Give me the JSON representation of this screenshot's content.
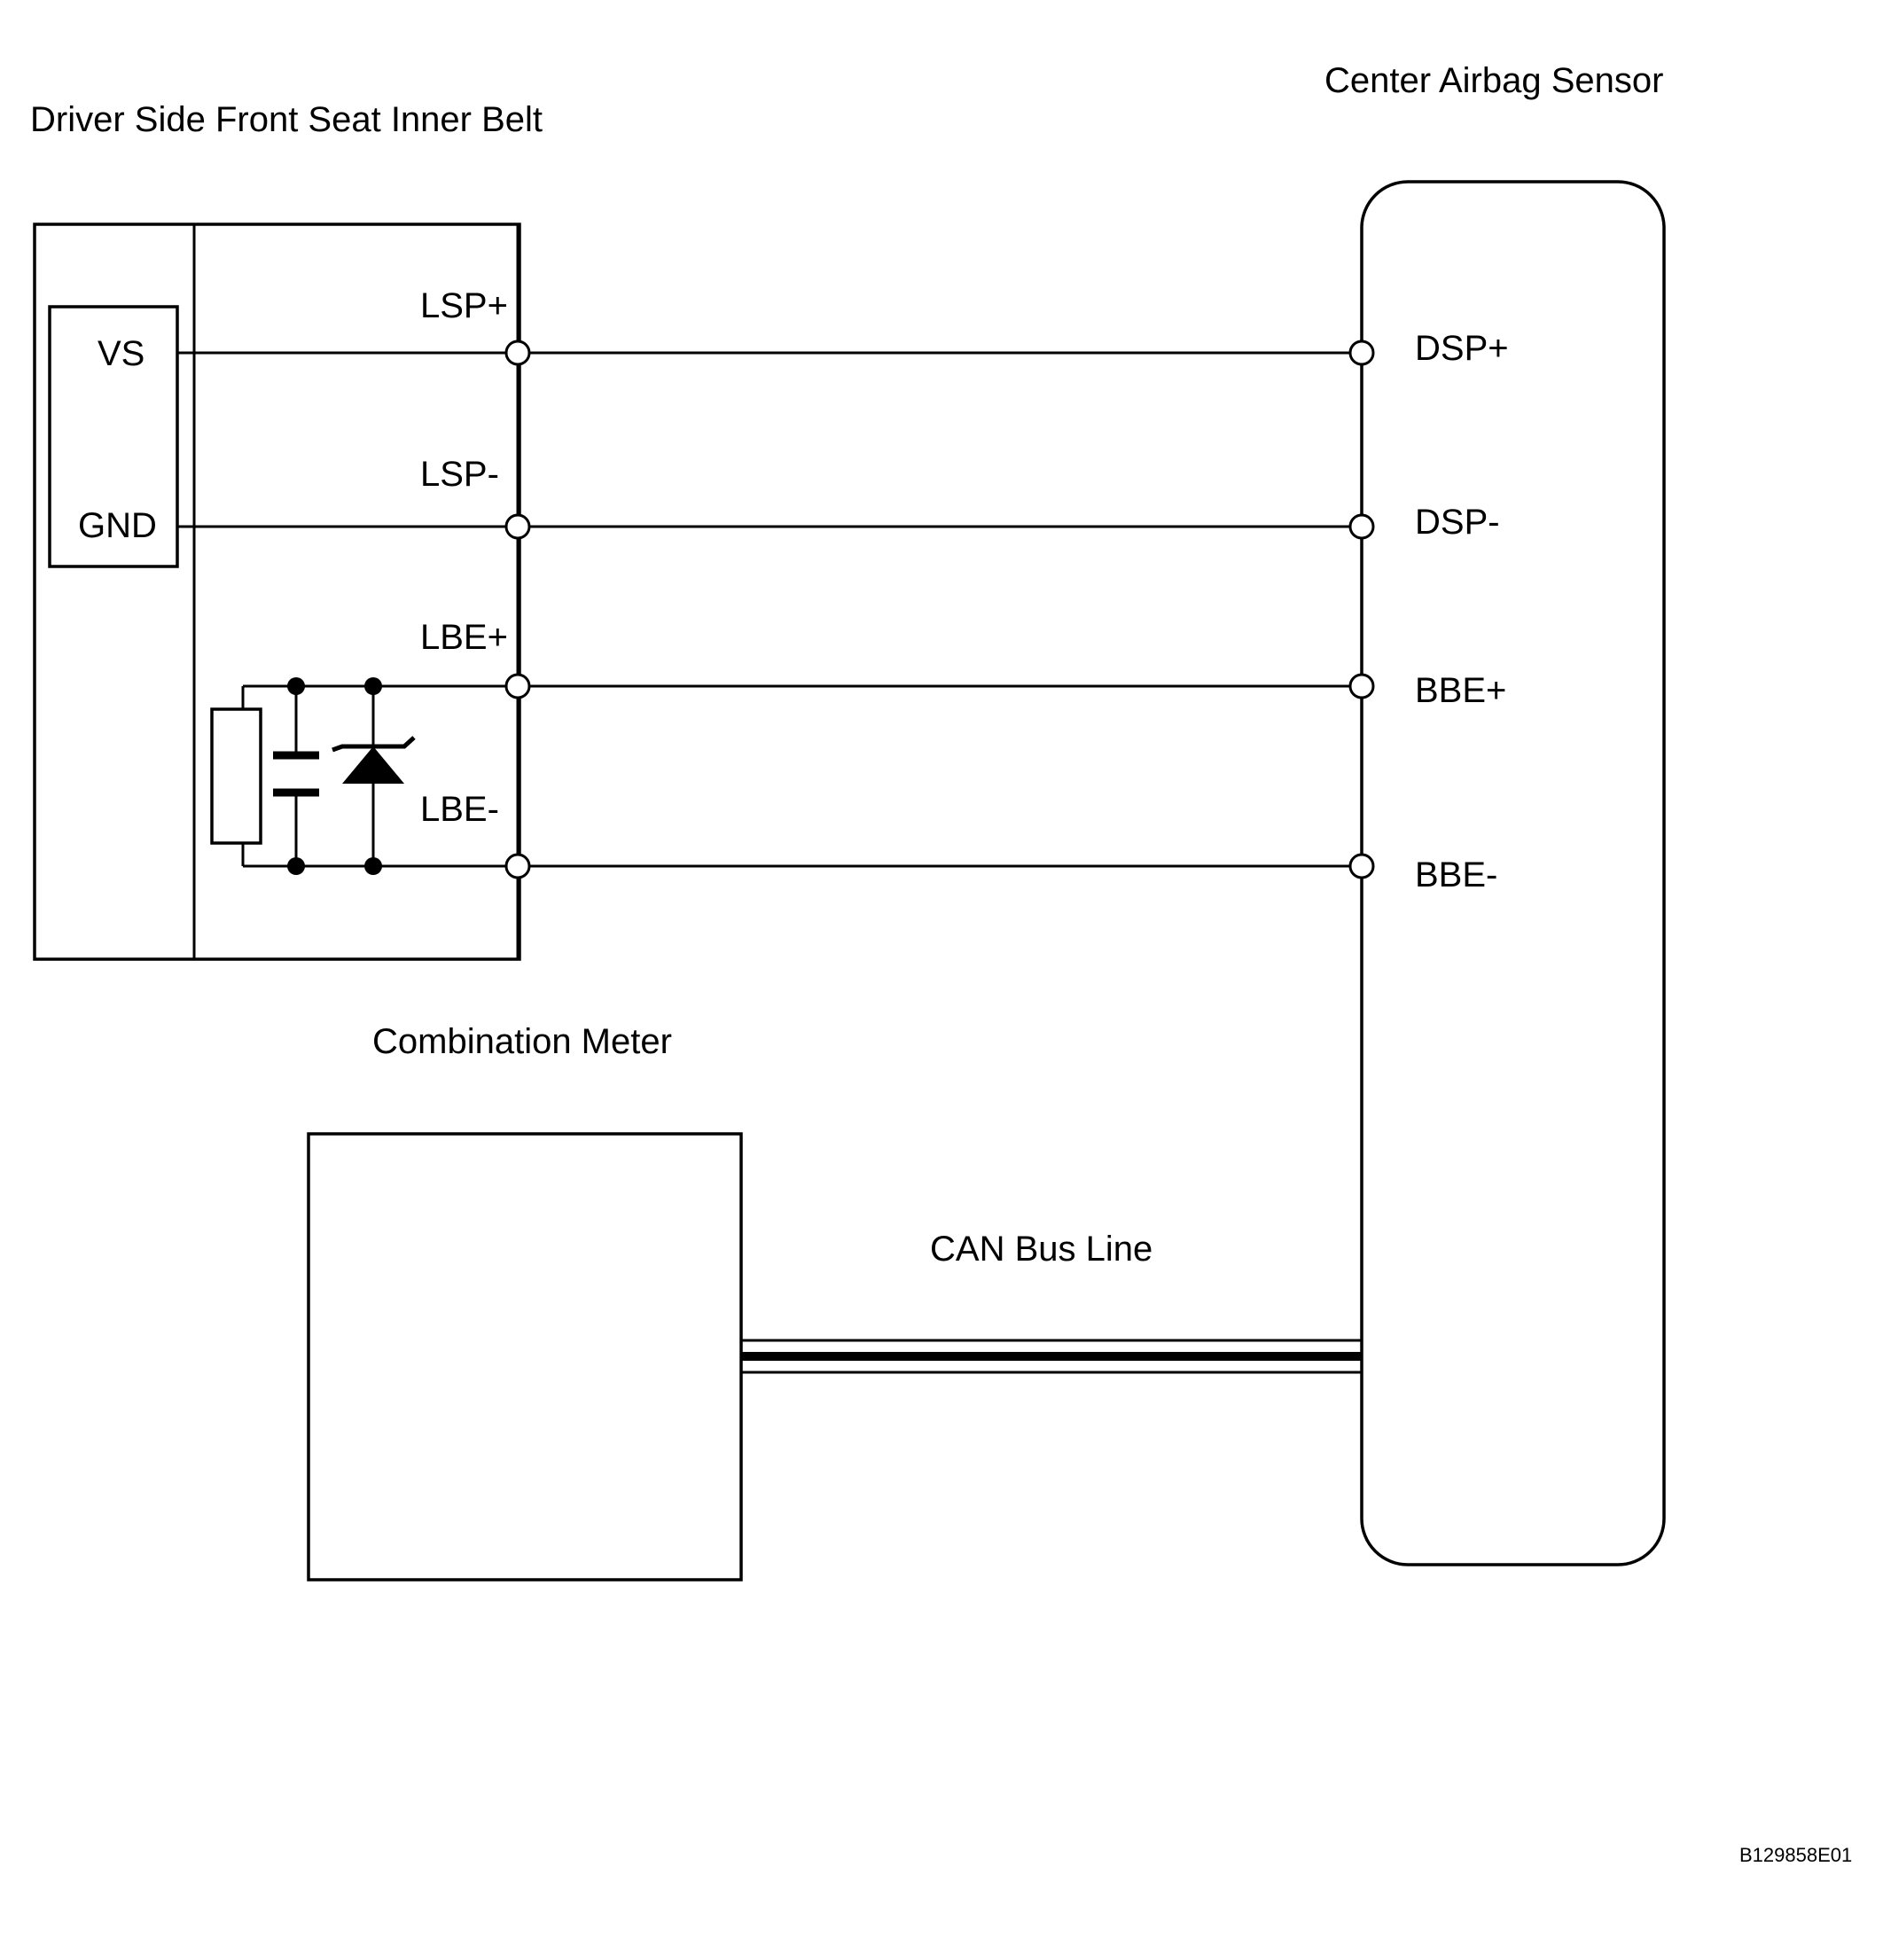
{
  "labels": {
    "belt_title": "Driver Side Front Seat Inner Belt",
    "sensor_title": "Center Airbag Sensor",
    "meter_title": "Combination Meter",
    "can_label": "CAN Bus Line",
    "figure_code": "B129858E01"
  },
  "belt_inner": {
    "vs": "VS",
    "gnd": "GND"
  },
  "belt_pins": [
    "LSP+",
    "LSP-",
    "LBE+",
    "LBE-"
  ],
  "sensor_pins": [
    "DSP+",
    "DSP-",
    "BBE+",
    "BBE-"
  ],
  "colors": {
    "line": "#000000",
    "background": "#ffffff"
  }
}
